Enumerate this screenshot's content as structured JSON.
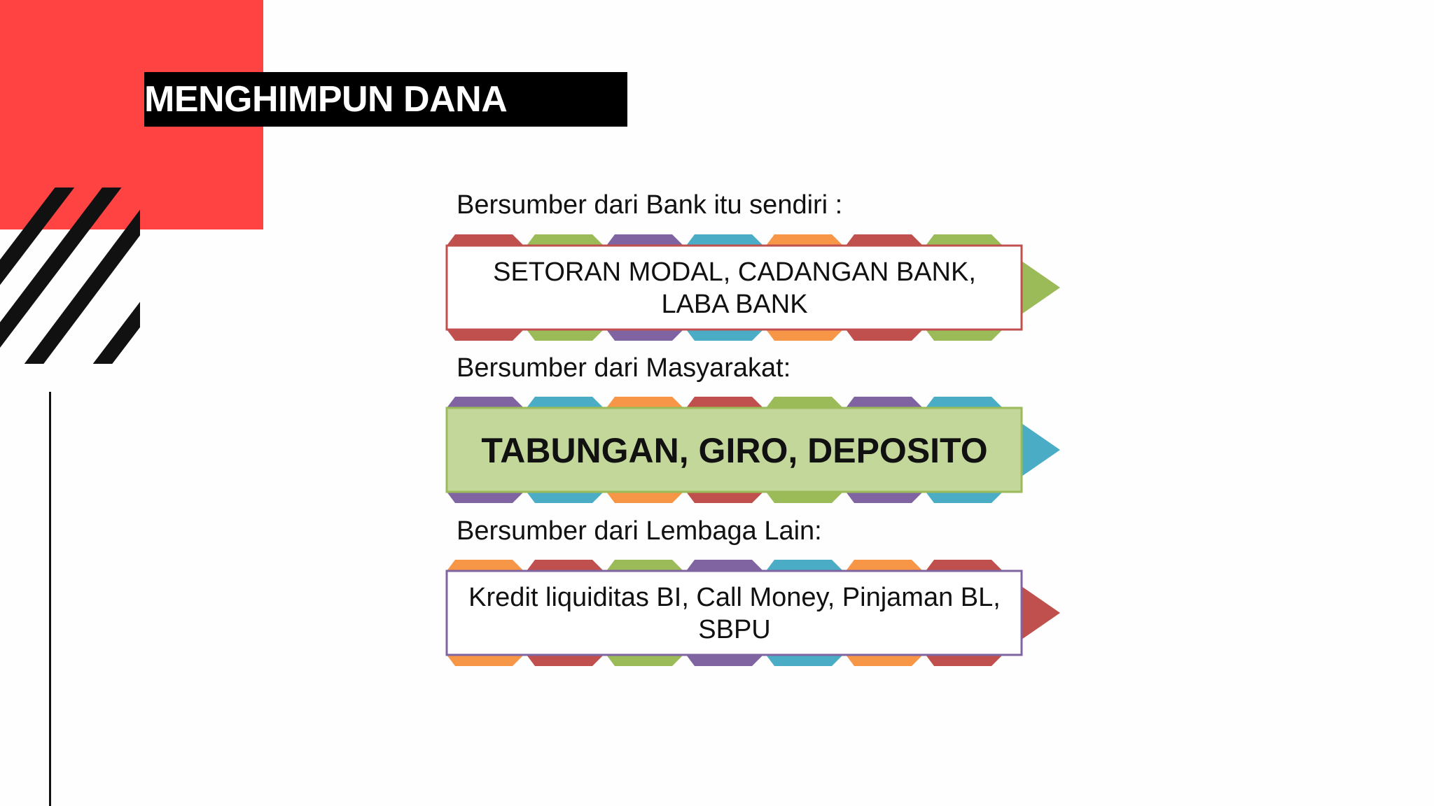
{
  "slide": {
    "title": "MENGHIMPUN DANA",
    "accent_color": "#ff4242"
  },
  "diagram": {
    "items": [
      {
        "label": "Bersumber dari Bank itu sendiri :",
        "content": "SETORAN MODAL, CADANGAN BANK, LABA BANK",
        "box_fill": "#ffffff",
        "box_border": "#c0504d",
        "arrow_color": "#9bbb59",
        "chevron_colors": [
          "#c0504d",
          "#9bbb59",
          "#8064a2",
          "#4bacc6",
          "#f79646",
          "#c0504d",
          "#9bbb59"
        ]
      },
      {
        "label": "Bersumber dari Masyarakat:",
        "content": "TABUNGAN, GIRO, DEPOSITO",
        "box_fill": "#c4d79b",
        "box_border": "#9bbb59",
        "arrow_color": "#4bacc6",
        "chevron_colors": [
          "#8064a2",
          "#4bacc6",
          "#f79646",
          "#c0504d",
          "#9bbb59",
          "#8064a2",
          "#4bacc6"
        ]
      },
      {
        "label": "Bersumber dari Lembaga Lain:",
        "content": "Kredit liquiditas BI, Call Money, Pinjaman BL, SBPU",
        "box_fill": "#ffffff",
        "box_border": "#8064a2",
        "arrow_color": "#c0504d",
        "chevron_colors": [
          "#f79646",
          "#c0504d",
          "#9bbb59",
          "#8064a2",
          "#4bacc6",
          "#f79646",
          "#c0504d"
        ]
      }
    ]
  }
}
